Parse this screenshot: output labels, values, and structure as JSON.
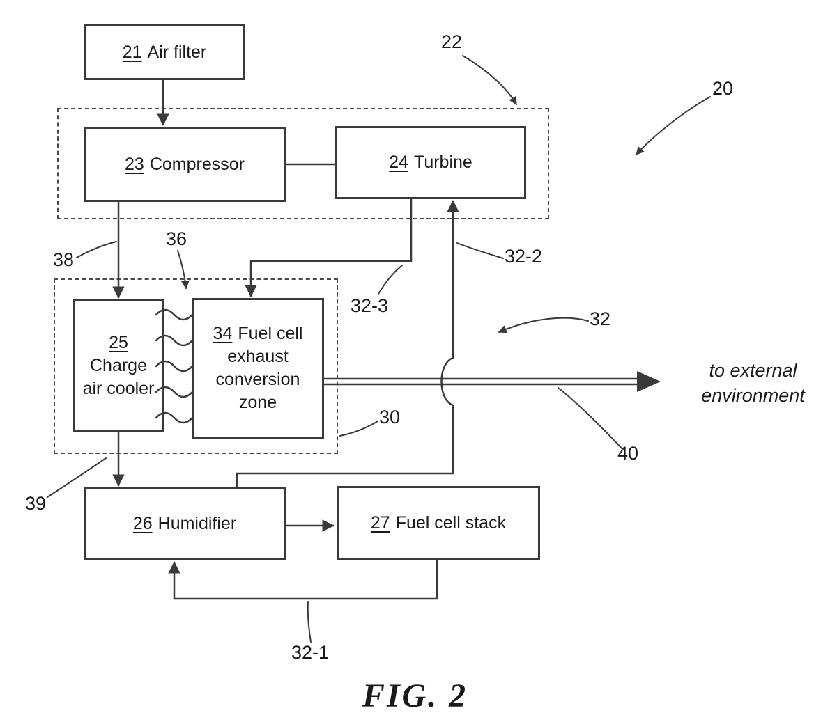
{
  "figure": {
    "caption": "FIG. 2"
  },
  "external_label": {
    "text": "to external environment"
  },
  "nodes": {
    "air_filter": {
      "ref": "21",
      "label": "Air filter"
    },
    "compressor": {
      "ref": "23",
      "label": "Compressor"
    },
    "turbine": {
      "ref": "24",
      "label": "Turbine"
    },
    "charge_air_cooler": {
      "ref": "25",
      "label": "Charge air cooler"
    },
    "exhaust_conversion_zone": {
      "ref": "34",
      "label": "Fuel cell exhaust conversion zone"
    },
    "humidifier": {
      "ref": "26",
      "label": "Humidifier"
    },
    "fuel_cell_stack": {
      "ref": "27",
      "label": "Fuel cell stack"
    }
  },
  "callouts": {
    "c20": "20",
    "c22": "22",
    "c30": "30",
    "c32": "32",
    "c32_1": "32-1",
    "c32_2": "32-2",
    "c32_3": "32-3",
    "c36": "36",
    "c38": "38",
    "c39": "39",
    "c40": "40"
  },
  "colors": {
    "line": "#3a3a3a",
    "text": "#1a1a1a",
    "background": "#ffffff"
  }
}
